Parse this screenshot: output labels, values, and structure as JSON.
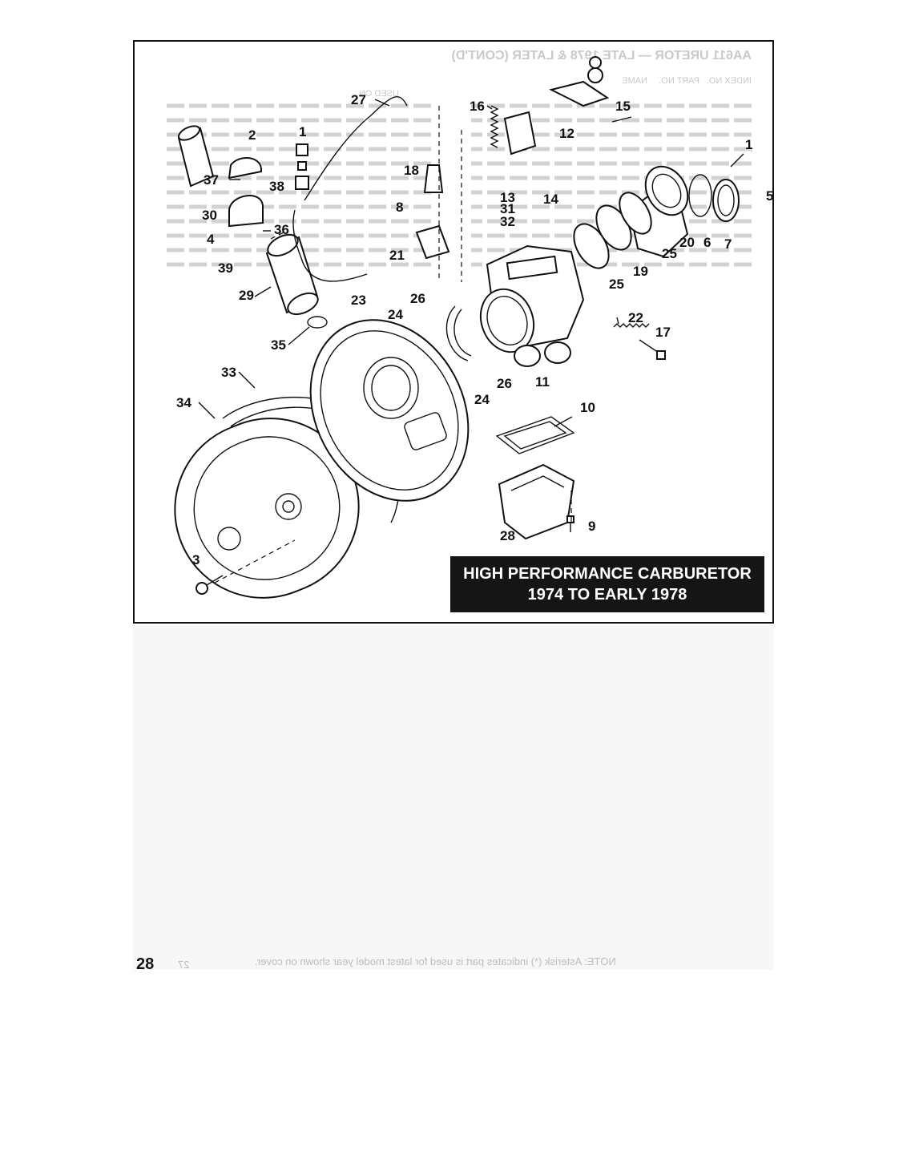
{
  "figure": {
    "title_line1": "HIGH PERFORMANCE CARBURETOR",
    "title_line2": "1974 TO EARLY 1978"
  },
  "callouts": {
    "c1a": "1",
    "c1b": "1",
    "c2": "2",
    "c3": "3",
    "c4": "4",
    "c5": "5",
    "c6": "6",
    "c7": "7",
    "c8": "8",
    "c9": "9",
    "c10": "10",
    "c11": "11",
    "c12": "12",
    "c13": "13",
    "c14": "14",
    "c15": "15",
    "c16": "16",
    "c17": "17",
    "c18": "18",
    "c19": "19",
    "c20": "20",
    "c21": "21",
    "c22": "22",
    "c23": "23",
    "c24a": "24",
    "c24b": "24",
    "c25a": "25",
    "c25b": "25",
    "c26a": "26",
    "c26b": "26",
    "c27": "27",
    "c28": "28",
    "c29": "29",
    "c30": "30",
    "c31": "31",
    "c32": "32",
    "c33": "33",
    "c34": "34",
    "c35": "35",
    "c36": "36",
    "c37": "37",
    "c38": "38",
    "c39": "39"
  },
  "page": {
    "number": "28",
    "ghost_number": "27",
    "ghost_note": "NOTE: Asterisk (*) indicates part is used for latest model year shown on cover."
  },
  "bleed_through": {
    "header": "AA611   URETOR — LATE 1978 & LATER (CONT'D)",
    "col_index": "INDEX NO.",
    "col_part": "PART NO.",
    "col_name": "NAME",
    "col_used": "USED ON"
  }
}
